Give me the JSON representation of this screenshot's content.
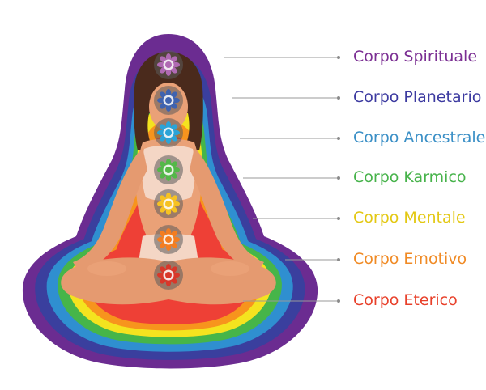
{
  "diagram": {
    "bodies": [
      {
        "label": "Corpo Spirituale",
        "color": "#7b2f93"
      },
      {
        "label": "Corpo Planetario",
        "color": "#3c3aa0"
      },
      {
        "label": "Corpo Ancestrale",
        "color": "#3a8fc6"
      },
      {
        "label": "Corpo Karmico",
        "color": "#47b34b"
      },
      {
        "label": "Corpo Mentale",
        "color": "#e3c813"
      },
      {
        "label": "Corpo Emotivo",
        "color": "#f08a24"
      },
      {
        "label": "Corpo Eterico",
        "color": "#e8402a"
      }
    ],
    "aura_colors": [
      "#6b2c91",
      "#3a3f9e",
      "#2f8fd0",
      "#46b549",
      "#f4e31f",
      "#f7941d",
      "#ee4036"
    ],
    "chakras": [
      {
        "name": "crown-chakra",
        "color": "#b06ab3"
      },
      {
        "name": "third-eye-chakra",
        "color": "#3f63b0"
      },
      {
        "name": "throat-chakra",
        "color": "#2aa4d8"
      },
      {
        "name": "heart-chakra",
        "color": "#53b848"
      },
      {
        "name": "solar-plexus-chakra",
        "color": "#f6c222"
      },
      {
        "name": "sacral-chakra",
        "color": "#f47d20"
      },
      {
        "name": "root-chakra",
        "color": "#d8372a"
      }
    ]
  }
}
